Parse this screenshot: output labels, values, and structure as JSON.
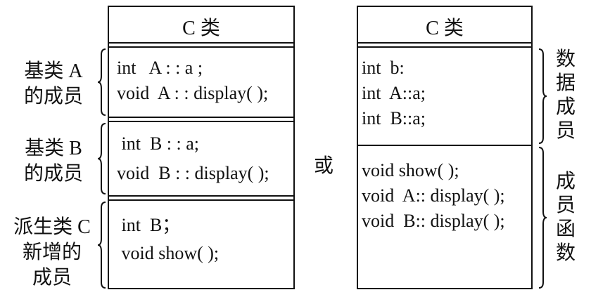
{
  "left": {
    "title": "C 类",
    "sections": [
      {
        "label_line1": "基类 A",
        "label_line2": "的成员",
        "code": [
          "int   A : : a ;",
          "void  A : : display( );"
        ]
      },
      {
        "label_line1": "基类 B",
        "label_line2": "的成员",
        "code": [
          " int  B : : a;",
          "void  B : : display( );"
        ]
      },
      {
        "label_line1": "派生类 C",
        "label_line2": "新增的",
        "label_line3": "成员",
        "code": [
          " int  B；",
          " void show( );"
        ]
      }
    ]
  },
  "connector": "或",
  "right": {
    "title": "C 类",
    "data_members": [
      "int  b:",
      "int  A::a;",
      "int  B::a;"
    ],
    "member_functions": [
      "void show( );",
      "void  A:: display( );",
      "void  B:: display( );"
    ],
    "label_data": [
      "数",
      "据",
      "成",
      "员"
    ],
    "label_functions": [
      "成",
      "员",
      "函",
      "数"
    ]
  }
}
